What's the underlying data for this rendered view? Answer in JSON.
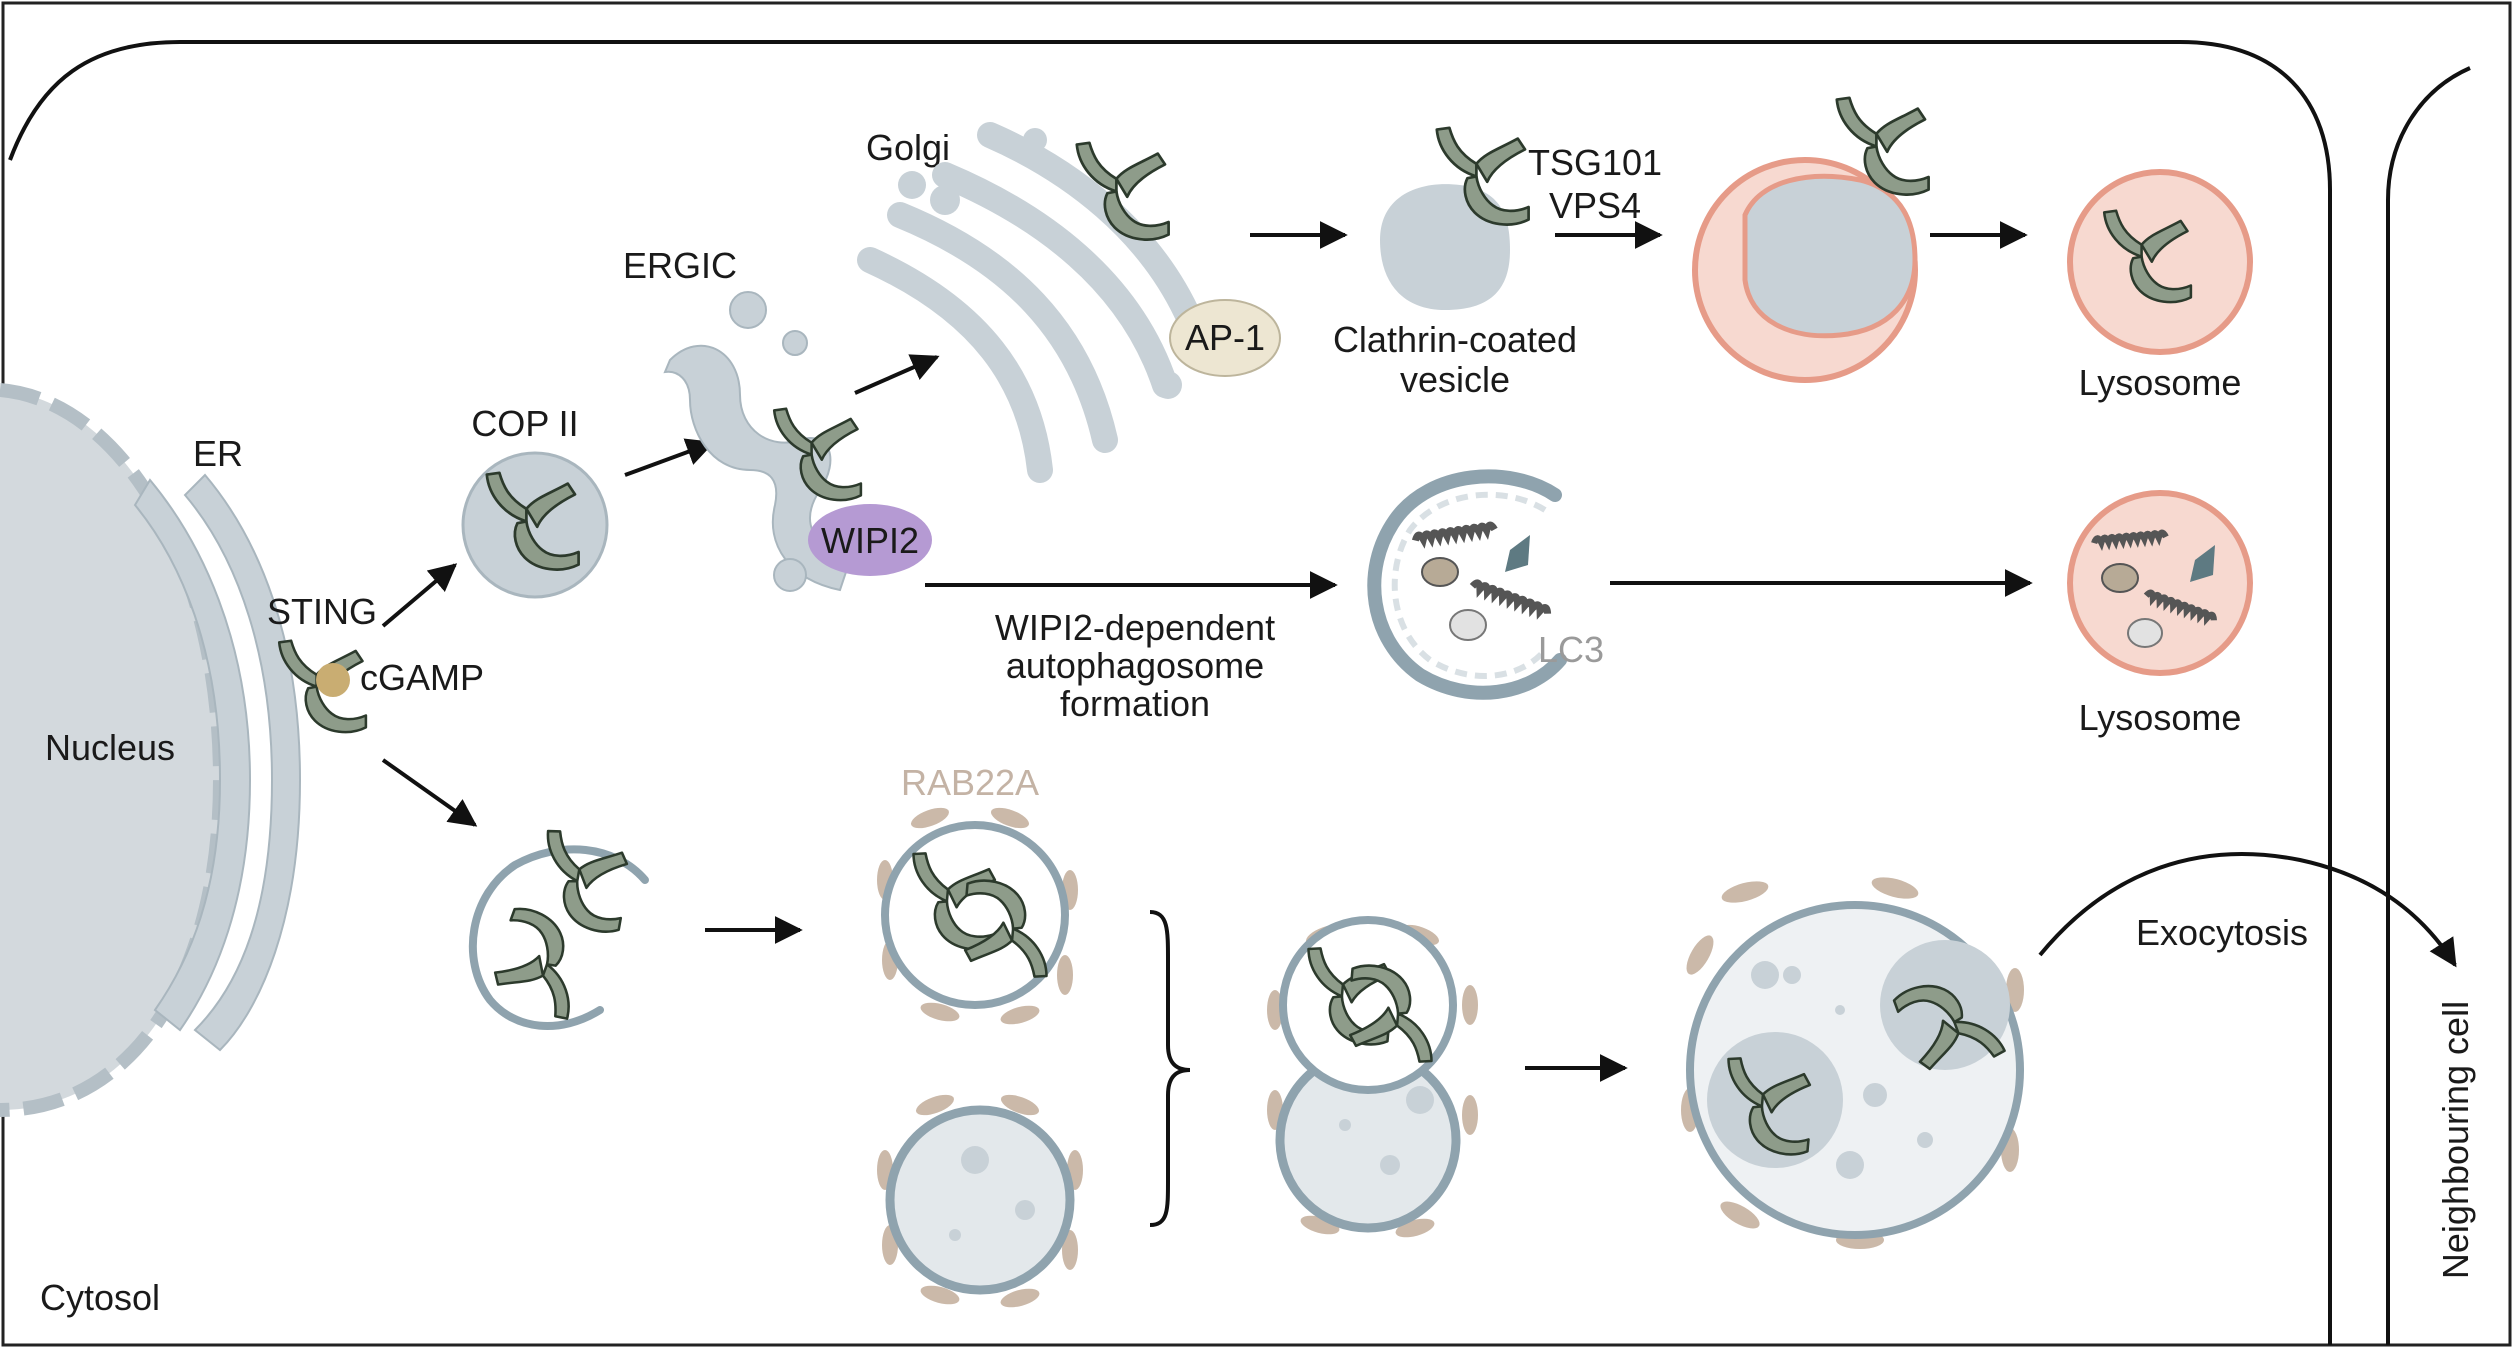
{
  "labels": {
    "nucleus": "Nucleus",
    "cytosol": "Cytosol",
    "er": "ER",
    "sting": "STING",
    "cgamp": "cGAMP",
    "cop2": "COP II",
    "ergic": "ERGIC",
    "golgi": "Golgi",
    "wipi2": "WIPI2",
    "ap1": "AP-1",
    "clathrin_line1": "Clathrin-coated",
    "clathrin_line2": "vesicle",
    "tsg101": "TSG101",
    "vps4": "VPS4",
    "lysosome_top": "Lysosome",
    "lysosome_mid": "Lysosome",
    "autophago_line1": "WIPI2-dependent",
    "autophago_line2": "autophagosome",
    "autophago_line3": "formation",
    "lc3": "LC3",
    "rab22a": "RAB22A",
    "exocytosis": "Exocytosis",
    "neighbouring_cell": "Neighbouring cell"
  },
  "colors": {
    "membrane_grey": "#c8d1d7",
    "membrane_stroke": "#8fa3ae",
    "sting_fill": "#8e9c8a",
    "sting_stroke": "#2c3a2c",
    "cgamp": "#c9ad72",
    "wipi2": "#b59ad3",
    "ap1": "#ede6d2",
    "lysosome_fill": "#f7d9d0",
    "lysosome_stroke": "#e69b88",
    "rab22a": "#cbb9a9",
    "lc3_label": "#9a9a9a",
    "rab22a_label": "#c4b3a5"
  },
  "icons": [
    "sting-dimer-icon",
    "cgamp-icon",
    "lc3-filament-icon",
    "arrow-icon"
  ]
}
